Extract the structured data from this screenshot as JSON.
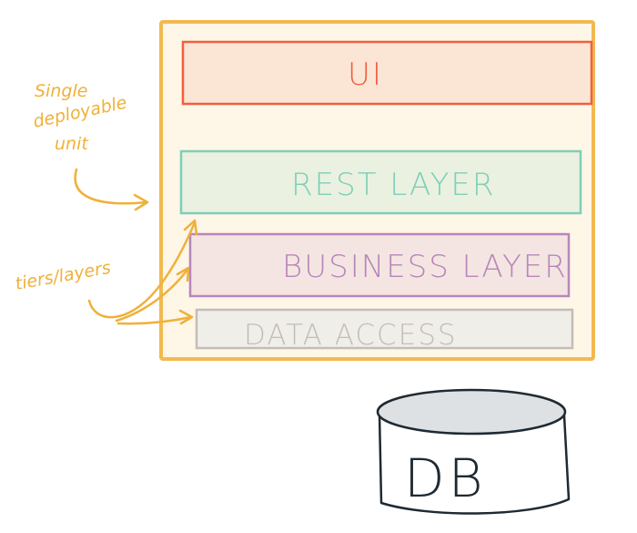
{
  "layers": {
    "ui": {
      "label": "UI",
      "stroke": "#F15E3E",
      "fill": "#FBE6D6"
    },
    "rest": {
      "label": "REST LAYER",
      "stroke": "#7FCFB7",
      "fill": "#EAF1E1"
    },
    "business": {
      "label": "BUSINESS LAYER",
      "stroke": "#B786BA",
      "fill": "#F4E5E2"
    },
    "data_access": {
      "label": "DATA ACCESS",
      "stroke": "#C4BCB8",
      "fill": "#F0EEE8"
    }
  },
  "container": {
    "stroke": "#F2B950",
    "fill": "#FEF6E7"
  },
  "annotations": {
    "single_unit": [
      "Single",
      "deployable",
      "unit"
    ],
    "tiers": "tiers/layers",
    "color": "#EFB13A"
  },
  "database": {
    "label": "DB",
    "stroke": "#1E2A33"
  }
}
